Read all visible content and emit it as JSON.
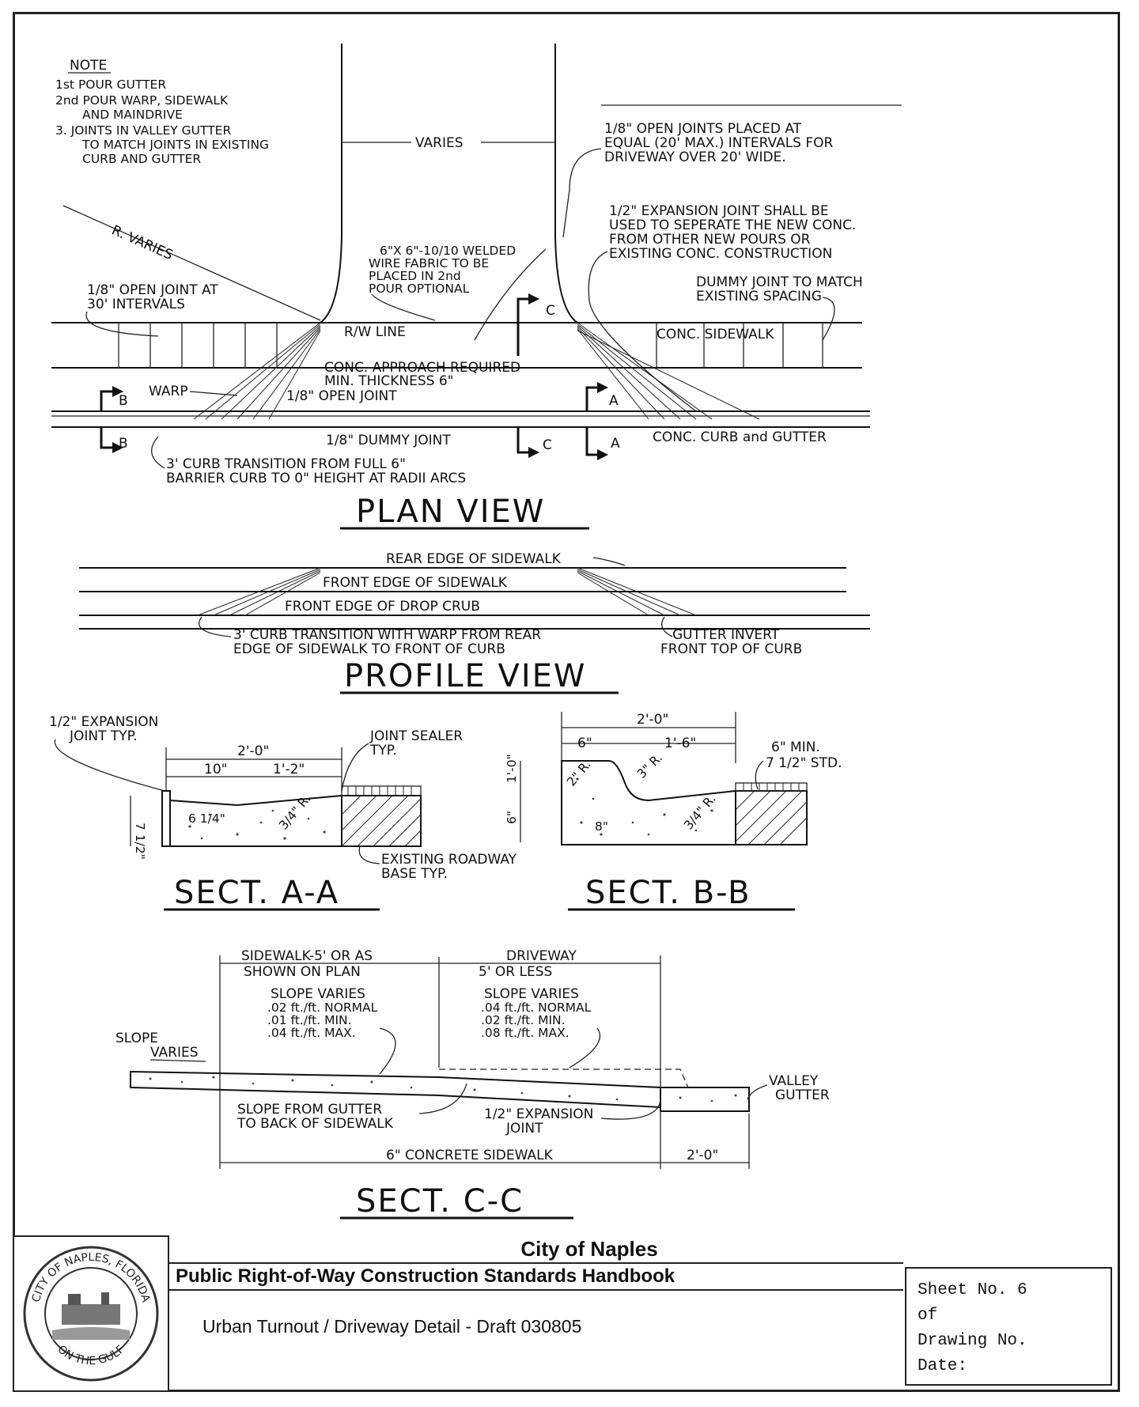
{
  "notes": {
    "heading": "NOTE",
    "items": [
      "1st POUR GUTTER",
      "2nd POUR WARP, SIDEWALK",
      "AND MAINDRIVE",
      "3. JOINTS IN VALLEY GUTTER",
      "TO MATCH JOINTS IN EXISTING",
      "CURB AND GUTTER"
    ]
  },
  "plan_view": {
    "title": "PLAN VIEW",
    "varies": "VARIES",
    "r_varies": "R. VARIES",
    "open_joints_1": "1/8\" OPEN JOINTS PLACED AT",
    "open_joints_2": "EQUAL (20' MAX.) INTERVALS FOR",
    "open_joints_3": "DRIVEWAY OVER 20' WIDE.",
    "expansion_1": "1/2\" EXPANSION JOINT SHALL BE",
    "expansion_2": "USED TO SEPERATE THE NEW CONC.",
    "expansion_3": "FROM OTHER NEW POURS OR",
    "expansion_4": "EXISTING CONC. CONSTRUCTION",
    "wwf_1": "6\"X 6\"-10/10 WELDED",
    "wwf_2": "WIRE FABRIC TO BE",
    "wwf_3": "PLACED IN 2nd",
    "wwf_4": "POUR OPTIONAL",
    "open_joint_30_1": "1/8\" OPEN JOINT AT",
    "open_joint_30_2": "30' INTERVALS",
    "dummy_1": "DUMMY JOINT TO MATCH",
    "dummy_2": "EXISTING SPACING",
    "rw_line": "R/W LINE",
    "conc_sidewalk": "CONC. SIDEWALK",
    "approach_1": "CONC. APPROACH REQUIRED",
    "approach_2": "MIN. THICKNESS 6\"",
    "warp": "WARP",
    "open_joint": "1/8\" OPEN JOINT",
    "dummy_joint": "1/8\" DUMMY JOINT",
    "curb_gutter": "CONC. CURB and GUTTER",
    "transition_1": "3' CURB TRANSITION FROM FULL 6\"",
    "transition_2": "BARRIER CURB TO 0\" HEIGHT AT RADII ARCS",
    "sec_a": "A",
    "sec_b": "B",
    "sec_c": "C"
  },
  "profile_view": {
    "title": "PROFILE VIEW",
    "rear_edge": "REAR EDGE OF SIDEWALK",
    "front_edge": "FRONT EDGE OF SIDEWALK",
    "drop_curb": "FRONT EDGE OF DROP CRUB",
    "transition_1": "3' CURB TRANSITION WITH WARP FROM REAR",
    "transition_2": "EDGE OF SIDEWALK TO FRONT OF CURB",
    "gutter_1": "GUTTER INVERT",
    "gutter_2": "FRONT TOP OF CURB"
  },
  "sect_aa": {
    "title": "SECT. A-A",
    "exp_1": "1/2\" EXPANSION",
    "exp_2": "JOINT TYP.",
    "dim_total": "2'-0\"",
    "dim_a": "10\"",
    "dim_b": "1'-2\"",
    "sealer_1": "JOINT SEALER",
    "sealer_2": "TYP.",
    "thick": "6 1/4\"",
    "radius": "3/4\" R.",
    "height": "7 1/2\"",
    "base_1": "EXISTING ROADWAY",
    "base_2": "BASE TYP."
  },
  "sect_bb": {
    "title": "SECT. B-B",
    "dim_total": "2'-0\"",
    "dim_a": "6\"",
    "dim_b": "1'-6\"",
    "min_1": "6\" MIN.",
    "min_2": "7 1/2\" STD.",
    "height_1": "1'-0\"",
    "height_2": "6\"",
    "r2": "2\" R.",
    "r3": "3\" R.",
    "dim_8": "8\"",
    "r34": "3/4\" R."
  },
  "sect_cc": {
    "title": "SECT. C-C",
    "sidewalk_1": "SIDEWALK-5' OR AS",
    "sidewalk_2": "SHOWN ON PLAN",
    "driveway_1": "DRIVEWAY",
    "driveway_2": "5' OR LESS",
    "slope_left_1": "SLOPE VARIES",
    "slope_left_2": ".02 ft./ft. NORMAL",
    "slope_left_3": ".01 ft./ft. MIN.",
    "slope_left_4": ".04 ft./ft. MAX.",
    "slope_right_1": "SLOPE VARIES",
    "slope_right_2": ".04 ft./ft. NORMAL",
    "slope_right_3": ".02 ft./ft. MIN.",
    "slope_right_4": ".08 ft./ft. MAX.",
    "slope_varies_1": "SLOPE",
    "slope_varies_2": "VARIES",
    "valley_1": "VALLEY",
    "valley_2": "GUTTER",
    "from_gutter_1": "SLOPE FROM GUTTER",
    "from_gutter_2": "TO BACK OF SIDEWALK",
    "exp_1": "1/2\" EXPANSION",
    "exp_2": "JOINT",
    "concrete": "6\" CONCRETE SIDEWALK",
    "dim_gutter": "2'-0\""
  },
  "title_block": {
    "city": "City of Naples",
    "handbook": "Public Right-of-Way Construction Standards Handbook",
    "description": "Urban Turnout / Driveway Detail - Draft 030805",
    "sheet_no": "Sheet No. 6",
    "of": "of",
    "drawing_no": "Drawing No.",
    "date": "Date:",
    "seal_top": "CITY OF NAPLES, FLORIDA",
    "seal_bottom": "ON THE GULF"
  }
}
